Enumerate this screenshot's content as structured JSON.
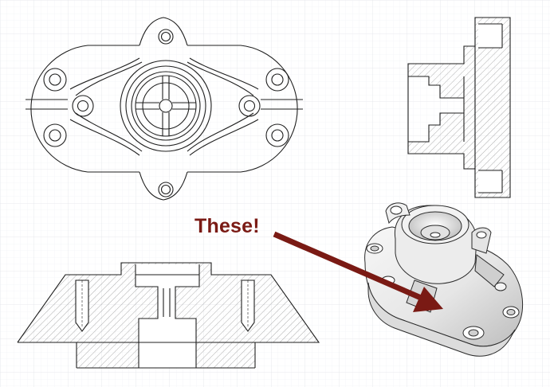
{
  "figure": {
    "callout_text": "These!",
    "colors": {
      "grid": "#e9e9ec",
      "line": "#1f1f1f",
      "hatch": "#8c8c8c",
      "callout": "#7a1a14",
      "arrow": "#7a1a14",
      "part_shade": "#d9d9d9",
      "part_light": "#f4f4f4"
    },
    "views": [
      "top-view",
      "side-section-view",
      "front-section-view",
      "isometric-view"
    ],
    "annotation_target": "isometric-view"
  }
}
